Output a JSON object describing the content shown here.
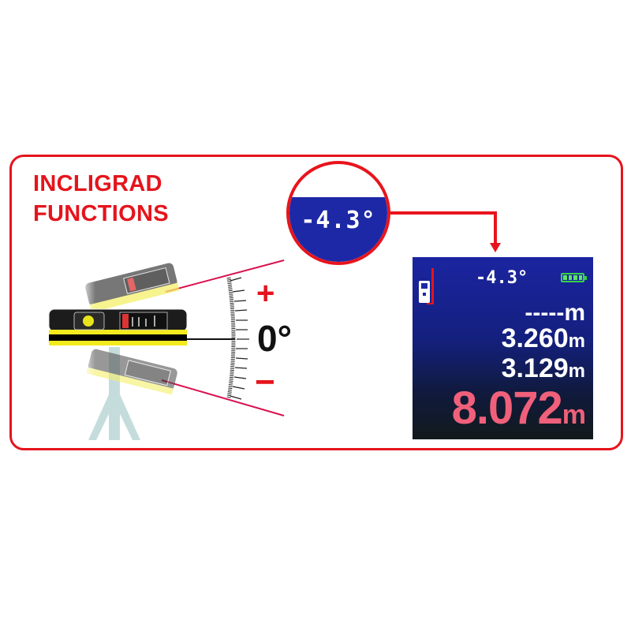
{
  "title": {
    "line1": "INCLIGRAD",
    "line2": "FUNCTIONS"
  },
  "colors": {
    "accent_red": "#e5141c",
    "screen_blue": "#1d28a6",
    "device_yellow": "#f2ea1c",
    "battery_green": "#37d14a",
    "result_pink": "#f0607a"
  },
  "magnifier": {
    "angle_reading": "-4.3°"
  },
  "inclinometer": {
    "plus_label": "+",
    "zero_label": "0°",
    "minus_label": "−"
  },
  "device_screen": {
    "angle": "-4.3°",
    "battery_icon": "battery-full-icon",
    "device_icon": "rangefinder-icon",
    "rows": [
      {
        "value": "-----",
        "unit": "m"
      },
      {
        "value": "3.260",
        "unit": "m"
      },
      {
        "value": "3.129",
        "unit": "m"
      },
      {
        "value": "8.072",
        "unit": "m"
      }
    ]
  }
}
